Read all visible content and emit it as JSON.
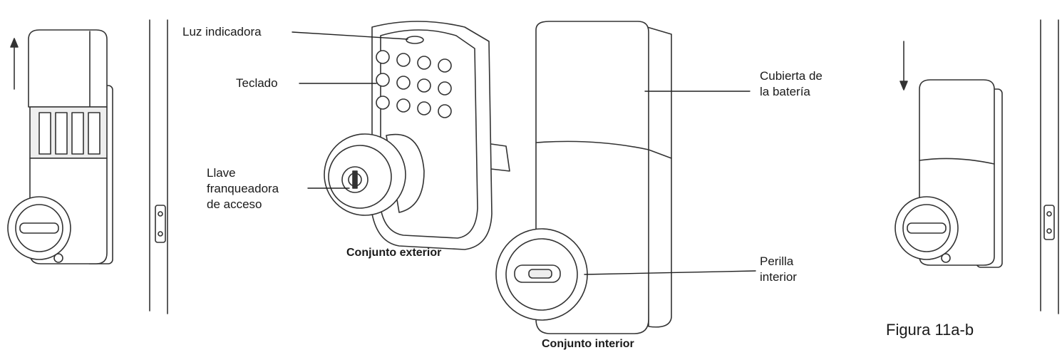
{
  "labels": {
    "indicator_light": "Luz indicadora",
    "keypad": "Teclado",
    "override_key_line1": "Llave",
    "override_key_line2": "franqueadora",
    "override_key_line3": "de acceso",
    "exterior_assembly": "Conjunto exterior",
    "battery_cover_line1": "Cubierta de",
    "battery_cover_line2": "la batería",
    "interior_knob_line1": "Perilla",
    "interior_knob_line2": "interior",
    "interior_assembly": "Conjunto interior"
  },
  "figure_caption": "Figura 11a-b",
  "colors": {
    "line": "#333333",
    "fill": "#ffffff",
    "shade": "#eeeeee"
  }
}
